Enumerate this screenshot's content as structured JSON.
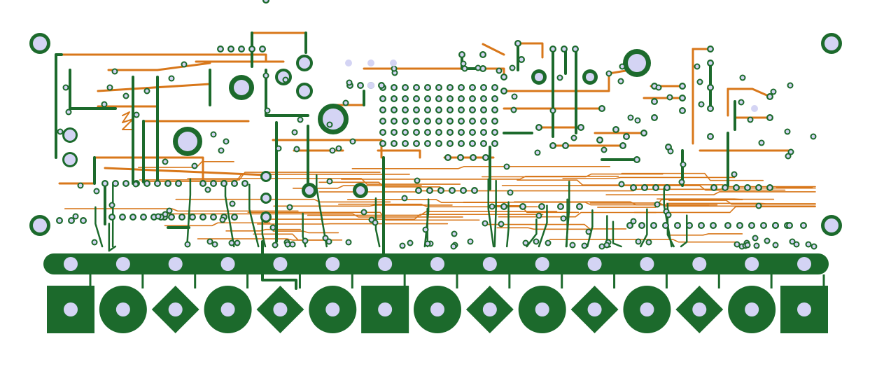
{
  "colors": {
    "background": "#ffffff",
    "copper_bottom": "#1c6a2c",
    "copper_top": "#d8771a",
    "drill": "#d4d4f4",
    "pad_ring": "#1c6a2c"
  },
  "board": {
    "edge_connector": {
      "pad_count": 15,
      "shapes": [
        "square",
        "round",
        "diamond",
        "round",
        "diamond",
        "round",
        "square",
        "round",
        "diamond",
        "round",
        "diamond",
        "round",
        "diamond",
        "round",
        "square"
      ]
    },
    "mounting_holes": 4,
    "layers": [
      "top-copper",
      "bottom-copper",
      "drills"
    ]
  }
}
